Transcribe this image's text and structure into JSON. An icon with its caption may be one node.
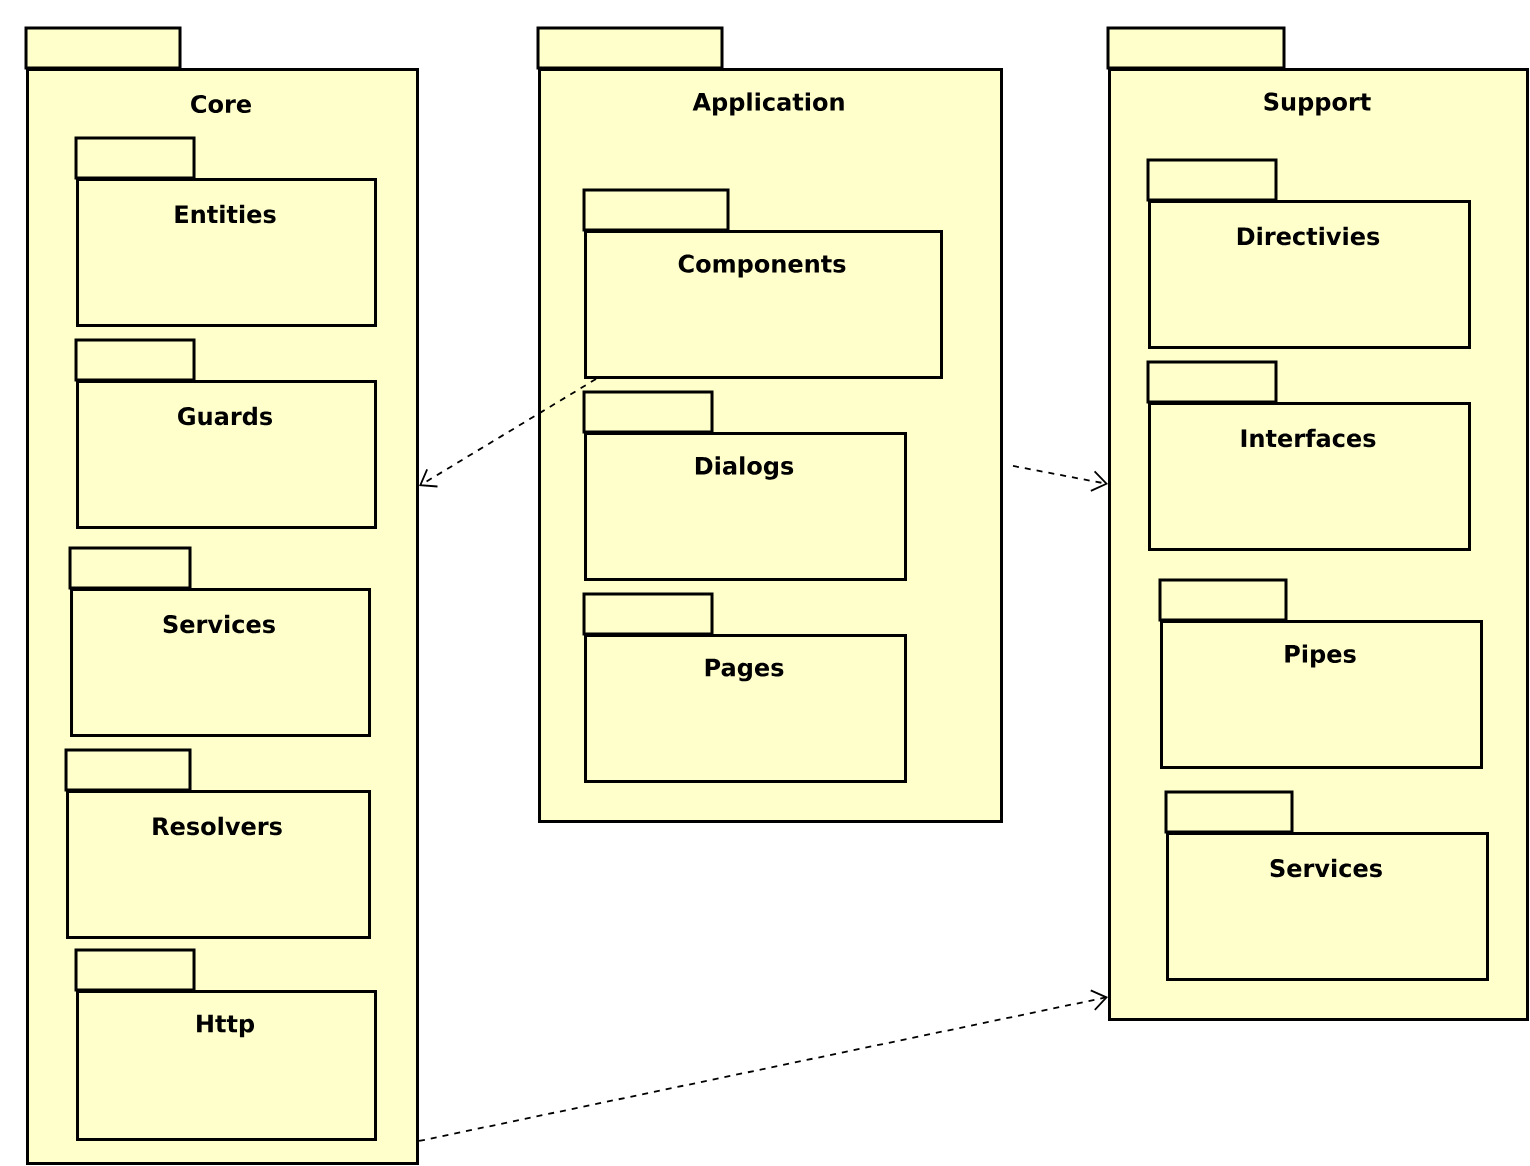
{
  "diagram": {
    "nodes": [
      {
        "text": [
          "Core"
        ]
      },
      {
        "text": [
          "Entities"
        ],
        "in": 0
      },
      {
        "text": [
          "Guards"
        ],
        "in": 0
      },
      {
        "text": [
          "Services"
        ],
        "in": 0
      },
      {
        "text": [
          "Resolvers"
        ],
        "in": 0
      },
      {
        "text": [
          "Http"
        ],
        "in": 0
      },
      {
        "text": [
          "Application"
        ]
      },
      {
        "text": [
          "Components"
        ],
        "in": 6
      },
      {
        "text": [
          "Dialogs"
        ],
        "in": 6
      },
      {
        "text": [
          "Pages"
        ],
        "in": 6
      },
      {
        "text": [
          "Support"
        ]
      },
      {
        "text": [
          "Directivies"
        ],
        "in": 10
      },
      {
        "text": [
          "Interfaces"
        ],
        "in": 10
      },
      {
        "text": [
          "Pipes"
        ],
        "in": 10
      },
      {
        "text": [
          "Services"
        ],
        "in": 10
      }
    ],
    "edges": [
      {
        "from": 7,
        "to": 0,
        "arrow": "to",
        "style": "dashed"
      },
      {
        "from": 6,
        "to": 10,
        "arrow": "to",
        "style": "dashed"
      },
      {
        "from": 0,
        "to": 10,
        "arrow": "to",
        "style": "dashed"
      }
    ]
  }
}
